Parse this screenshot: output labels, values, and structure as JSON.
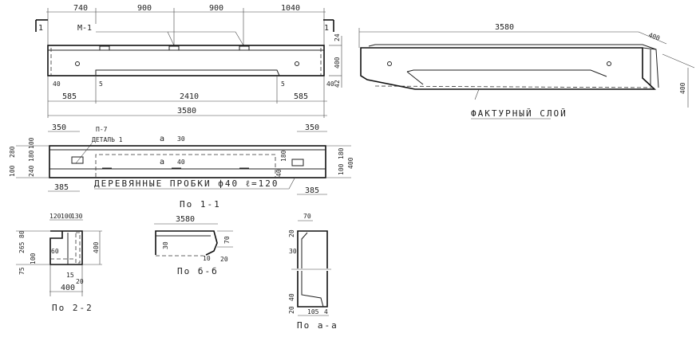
{
  "elevation": {
    "dims_top": [
      "740",
      "900",
      "900",
      "1040"
    ],
    "mark_label": "М-1",
    "section_marks": [
      "1",
      "1"
    ],
    "dims_right": [
      "24",
      "400",
      "42"
    ],
    "dims_small": [
      "40",
      "5",
      "5",
      "40"
    ],
    "dims_bottom": [
      "585",
      "2410",
      "585"
    ],
    "overall": "3580"
  },
  "isometric": {
    "length": "3580",
    "depth": "400",
    "height": "400",
    "layer_label": "ФАКТУРНЫЙ СЛОЙ"
  },
  "section_1_1": {
    "dim_left": "350",
    "dim_right": "350",
    "part_label": "П-7",
    "detail_label": "ДЕТАЛЬ 1",
    "section_a_top": "а",
    "section_a_bottom": "а",
    "dim_30": "30",
    "dim_40": "40",
    "dim_180": "180",
    "dim_40b": "40",
    "left_dims": [
      "100",
      "280",
      "180",
      "240",
      "100"
    ],
    "right_dims": [
      "180",
      "100",
      "400"
    ],
    "bottom_left": "385",
    "bottom_right": "385",
    "plugs_label": "ДЕРЕВЯННЫЕ ПРОБКИ ф40 ℓ=120",
    "caption": "По 1-1"
  },
  "section_2_2": {
    "dims_top": [
      "120",
      "100",
      "130"
    ],
    "dims_left": [
      "80",
      "265",
      "100",
      "75"
    ],
    "dim_right": "400",
    "dim_inner": "60",
    "dim_15": "15",
    "dim_20": "20",
    "dim_bottom": "400",
    "caption": "По 2-2"
  },
  "section_b_b": {
    "length": "3580",
    "dim_30": "30",
    "dim_70": "70",
    "dim_10": "10",
    "dim_20": "20",
    "caption": "По б-б"
  },
  "section_a_a": {
    "dim_70": "70",
    "dim_20_top": "20",
    "dim_30": "30",
    "dim_40": "40",
    "dim_20_bottom": "20",
    "dim_105": "105",
    "dim_4": "4",
    "caption": "По а-а"
  }
}
